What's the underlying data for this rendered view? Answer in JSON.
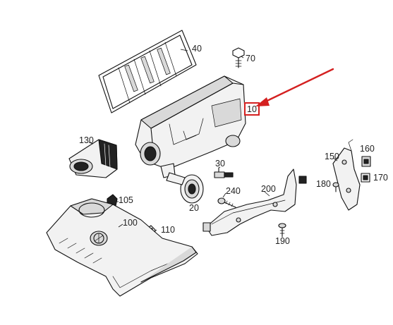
{
  "colors": {
    "line": "#111111",
    "shade": "#d9d9d9",
    "highlight": "#d42020",
    "label": "#222222"
  },
  "callouts": {
    "c10": "10",
    "c20": "20",
    "c30": "30",
    "c40": "40",
    "c70": "70",
    "c100": "100",
    "c105": "105",
    "c110": "110",
    "c130": "130",
    "c150": "150",
    "c160": "160",
    "c170": "170",
    "c180": "180",
    "c190": "190",
    "c200": "200",
    "c240": "240"
  },
  "highlight": {
    "part": "10",
    "arrow_icon": "red-arrow-icon"
  }
}
